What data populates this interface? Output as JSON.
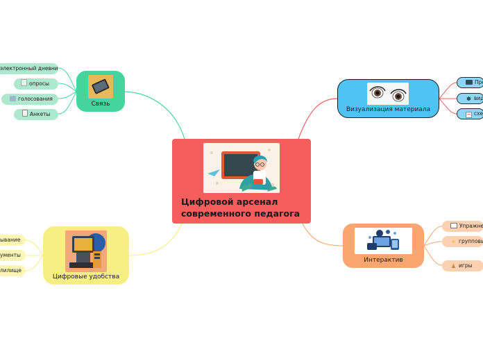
{
  "central": {
    "title_line1": "Цифровой арсенал",
    "title_line2": "современного педагога"
  },
  "topics": {
    "svyaz": {
      "label": "Связь",
      "icon": "tablet-icon",
      "leaves": [
        "электронный дневник",
        "опросы",
        "голосования",
        "Анкеты"
      ]
    },
    "viz": {
      "label": "Визуализация материала",
      "icon": "eyes-icon",
      "leaves": [
        "Пре",
        "виде",
        "схем"
      ]
    },
    "inter": {
      "label": "Интерактив",
      "icon": "devices-icon",
      "leaves": [
        "Упражнен",
        "групповы",
        "игры"
      ]
    },
    "tsifr": {
      "label": "Цифровые удобства",
      "icon": "computer-icon",
      "leaves": [
        "ывание",
        "ументы",
        "лилище"
      ]
    }
  },
  "colors": {
    "central": "#f65e5d",
    "svyaz": "#46d49e",
    "viz": "#4fc3f3",
    "inter": "#fba66f",
    "tsifr": "#f8ef84"
  }
}
